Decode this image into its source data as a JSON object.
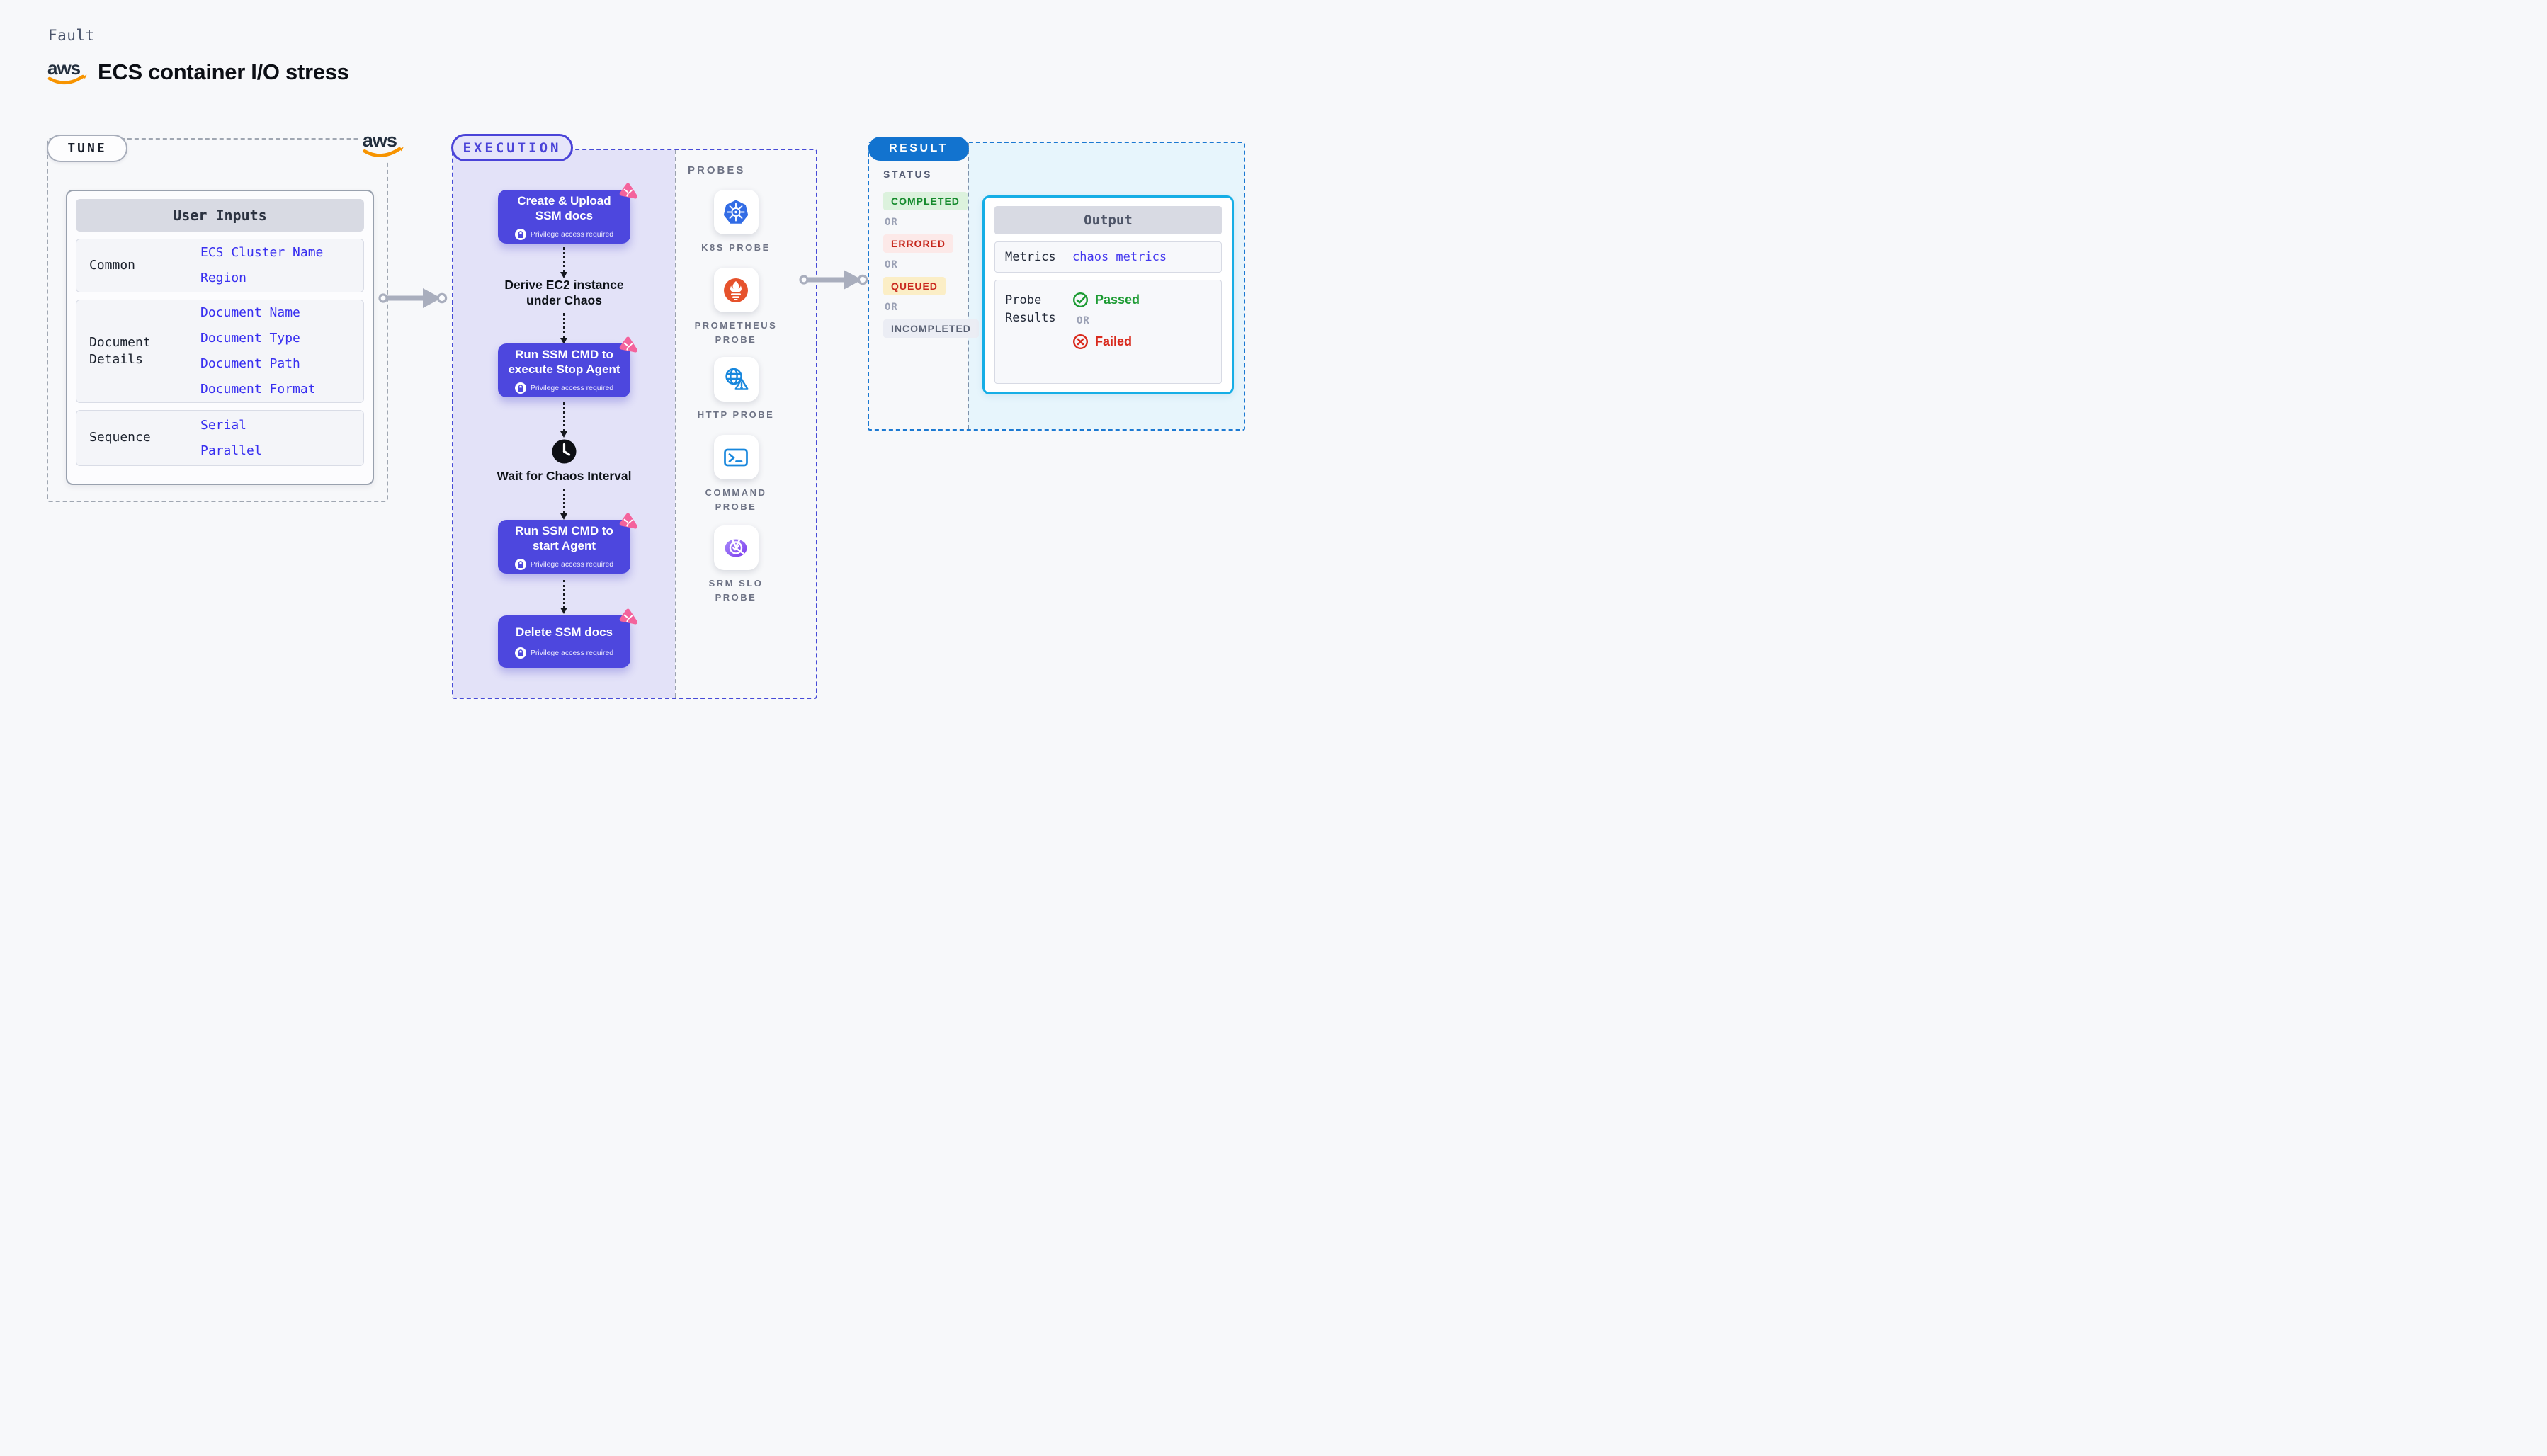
{
  "header": {
    "eyebrow": "Fault",
    "title": "ECS container I/O stress",
    "aws_logo": "aws"
  },
  "tune": {
    "pill": "TUNE",
    "card_title": "User Inputs",
    "rows": [
      {
        "label": "Common",
        "values": [
          "ECS Cluster Name",
          "Region"
        ]
      },
      {
        "label": "Document Details",
        "values": [
          "Document Name",
          "Document Type",
          "Document Path",
          "Document Format"
        ]
      },
      {
        "label": "Sequence",
        "values": [
          "Serial",
          "Parallel"
        ]
      }
    ]
  },
  "execution": {
    "pill": "EXECUTION",
    "privilege_note": "Privilege access required",
    "steps": {
      "step1": "Create & Upload SSM docs",
      "step2": "Derive EC2 instance under Chaos",
      "step3": "Run SSM CMD to execute Stop Agent",
      "step4": "Wait for Chaos Interval",
      "step5": "Run SSM CMD to start Agent",
      "step6": "Delete SSM docs"
    }
  },
  "probes": {
    "heading": "PROBES",
    "items": [
      {
        "name": "k8s-probe",
        "label": "K8S PROBE"
      },
      {
        "name": "prometheus-probe",
        "label": "PROMETHEUS PROBE"
      },
      {
        "name": "http-probe",
        "label": "HTTP PROBE"
      },
      {
        "name": "command-probe",
        "label": "COMMAND PROBE"
      },
      {
        "name": "srm-slo-probe",
        "label": "SRM SLO PROBE"
      }
    ]
  },
  "result": {
    "pill": "RESULT",
    "status_heading": "STATUS",
    "or": "OR",
    "statuses": [
      {
        "label": "COMPLETED",
        "color": "#158a2c",
        "bg": "#dcf2dd"
      },
      {
        "label": "ERRORED",
        "color": "#c5271c",
        "bg": "#fce9e8"
      },
      {
        "label": "QUEUED",
        "color": "#c9291e",
        "bg": "#fbeec6"
      },
      {
        "label": "INCOMPLETED",
        "color": "#596073",
        "bg": "#ebedf4"
      }
    ],
    "output": {
      "title": "Output",
      "metrics_label": "Metrics",
      "metrics_value": "chaos metrics",
      "probe_results_label": "Probe Results",
      "passed": "Passed",
      "or": "OR",
      "failed": "Failed"
    }
  },
  "colors": {
    "step_block": "#4d47de",
    "execution_accent": "#474bd7",
    "execution_fill": "#e3e2f8",
    "result_accent": "#1b79d2",
    "result_fill": "#e7f5fc",
    "ribbon_pink": "#f4639c",
    "value_blue": "#382ff0",
    "aws_orange": "#f79400"
  }
}
